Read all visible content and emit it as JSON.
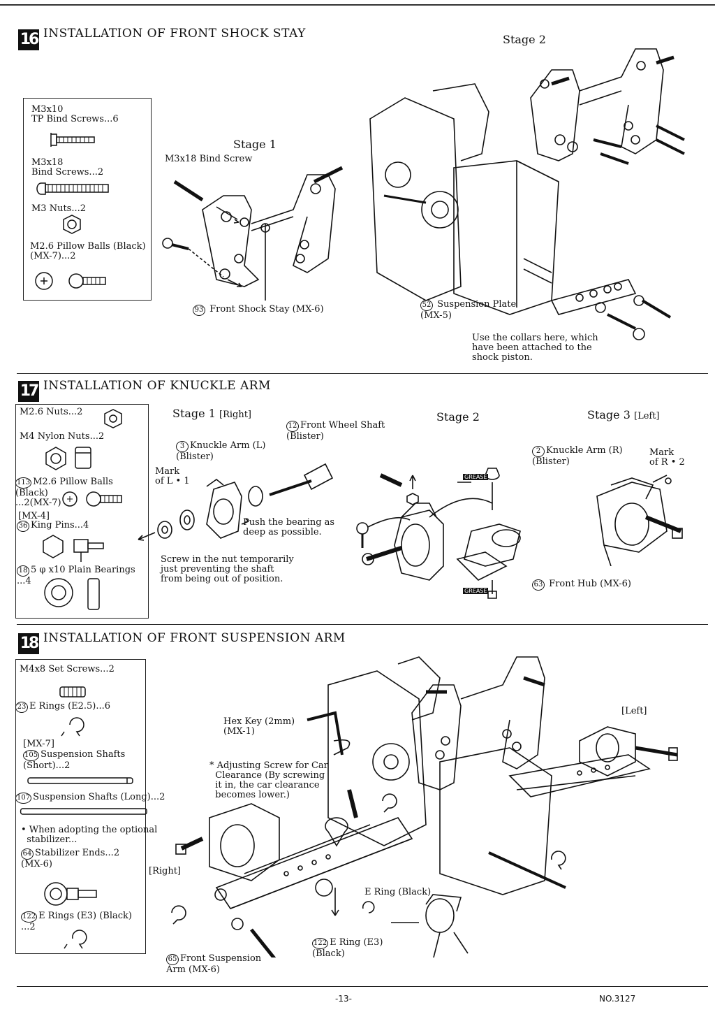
{
  "s16": {
    "num": "16",
    "title": "INSTALLATION OF FRONT SHOCK STAY",
    "parts": {
      "p1": "M3x10\nTP Bind Screws...6",
      "p2": "M3x18\nBind Screws...2",
      "p3": "M3 Nuts...2",
      "p4": "M2.6 Pillow Balls (Black)\n(MX-7)...2"
    },
    "stage1": "Stage 1",
    "stage2": "Stage 2",
    "screw_label": "M3x18 Bind Screw",
    "stay_num": "93",
    "stay_label": "Front Shock Stay (MX-6)",
    "plate_num": "52",
    "plate_label": "Suspension Plate\n(MX-5)",
    "note": "Use the collars here, which\nhave been attached to the\nshock piston."
  },
  "s17": {
    "num": "17",
    "title": "INSTALLATION OF KNUCKLE ARM",
    "parts": {
      "p1": "M2.6 Nuts...2",
      "p2": "M4 Nylon Nuts...2",
      "p3_num": "113",
      "p3": "M2.6 Pillow Balls\n(Black)\n...2(MX-7)",
      "p4": "[MX-4]",
      "p5_num": "36",
      "p5": "King Pins...4",
      "p6_num": "18",
      "p6": "5 φ x10 Plain Bearings\n...4"
    },
    "stage1": "Stage 1",
    "stage1_side": "[Right]",
    "stage2": "Stage 2",
    "stage3": "Stage 3",
    "stage3_side": "[Left]",
    "shaft_num": "12",
    "shaft_label": "Front Wheel Shaft\n(Blister)",
    "knuckle_l_num": "3",
    "knuckle_l": "Knuckle Arm (L)\n(Blister)",
    "mark_l": "Mark\nof L • 1",
    "push_note": "Push the bearing as\ndeep as possible.",
    "screw_note": "Screw in the nut temporarily\njust preventing the shaft\nfrom being out of position.",
    "knuckle_r_num": "2",
    "knuckle_r": "Knuckle Arm (R)\n(Blister)",
    "mark_r": "Mark\nof R • 2",
    "hub_num": "63",
    "hub_label": "Front Hub (MX-6)",
    "grease": "GREASE"
  },
  "s18": {
    "num": "18",
    "title": "INSTALLATION OF FRONT SUSPENSION ARM",
    "parts": {
      "p1": "M4x8 Set Screws...2",
      "p2_num": "23",
      "p2": "E Rings (E2.5)...6",
      "p3": "[MX-7]",
      "p4_num": "105",
      "p4": "Suspension Shafts\n(Short)...2",
      "p5_num": "107",
      "p5": "Suspension Shafts (Long)...2",
      "p6": "• When adopting the optional\n  stabilizer...",
      "p7_num": "64",
      "p7": "Stabilizer Ends...2\n(MX-6)",
      "p8_num": "122",
      "p8": "E Rings (E3) (Black)\n...2"
    },
    "hex_key": "Hex Key (2mm)\n(MX-1)",
    "adjust_note": "* Adjusting Screw for Car\n  Clearance (By screwing\n  it in, the car clearance\n  becomes lower.)",
    "left": "[Left]",
    "right": "[Right]",
    "ering_black": "E Ring (Black)",
    "ering_e3_num": "122",
    "ering_e3": "E Ring (E3)\n(Black)",
    "arm_num": "65",
    "arm_label": "Front Suspension\nArm (MX-6)"
  },
  "footer": {
    "page": "-13-",
    "code": "NO.3127"
  }
}
